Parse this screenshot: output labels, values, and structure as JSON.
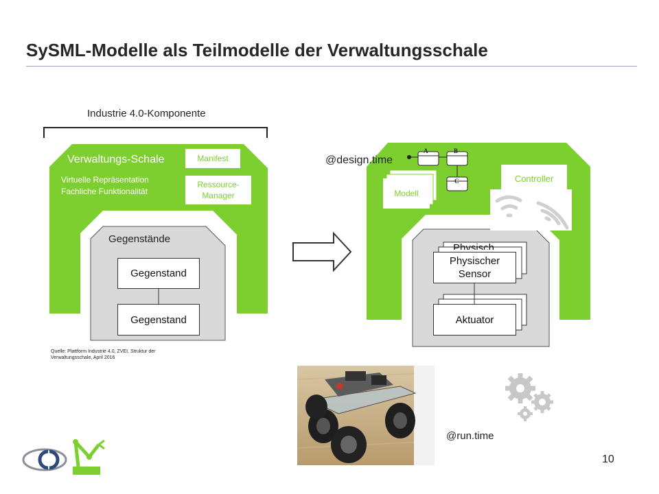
{
  "slide": {
    "title": "SySML-Modelle als Teilmodelle der Verwaltungsschale",
    "page_number": "10"
  },
  "left": {
    "brace_label": "Industrie 4.0-Komponente",
    "shell_title": "Verwaltungs-Schale",
    "shell_line1": "Virtuelle Repräsentation",
    "shell_line2": "Fachliche Funktionalität",
    "manifest": "Manifest",
    "resource_manager_line1": "Ressource-",
    "resource_manager_line2": "Manager",
    "things_title": "Gegenstände",
    "thing1": "Gegenstand",
    "thing2": "Gegenstand",
    "source_line1": "Quelle: Plattform Industrie 4.0, ZVEI, Struktur der",
    "source_line2": "Verwaltungsschale, April 2016"
  },
  "right": {
    "design_time": "@design.time",
    "model": "Modell",
    "controller": "Controller",
    "sensor_back": "Physisch",
    "sensor_line1": "Physischer",
    "sensor_line2": "Sensor",
    "actuator": "Aktuator",
    "state_a": "A",
    "state_b": "B",
    "state_c": "C",
    "run_time": "@run.time"
  },
  "colors": {
    "green": "#7ccf2e",
    "gray": "#d9d9d9",
    "title": "#262626"
  },
  "icons": {
    "arrow": "right-arrow-icon",
    "wifi": "wireless-signal-icon",
    "gears": "gears-icon",
    "logo1": "cd-logo-icon",
    "logo2": "robot-arm-logo-icon"
  }
}
